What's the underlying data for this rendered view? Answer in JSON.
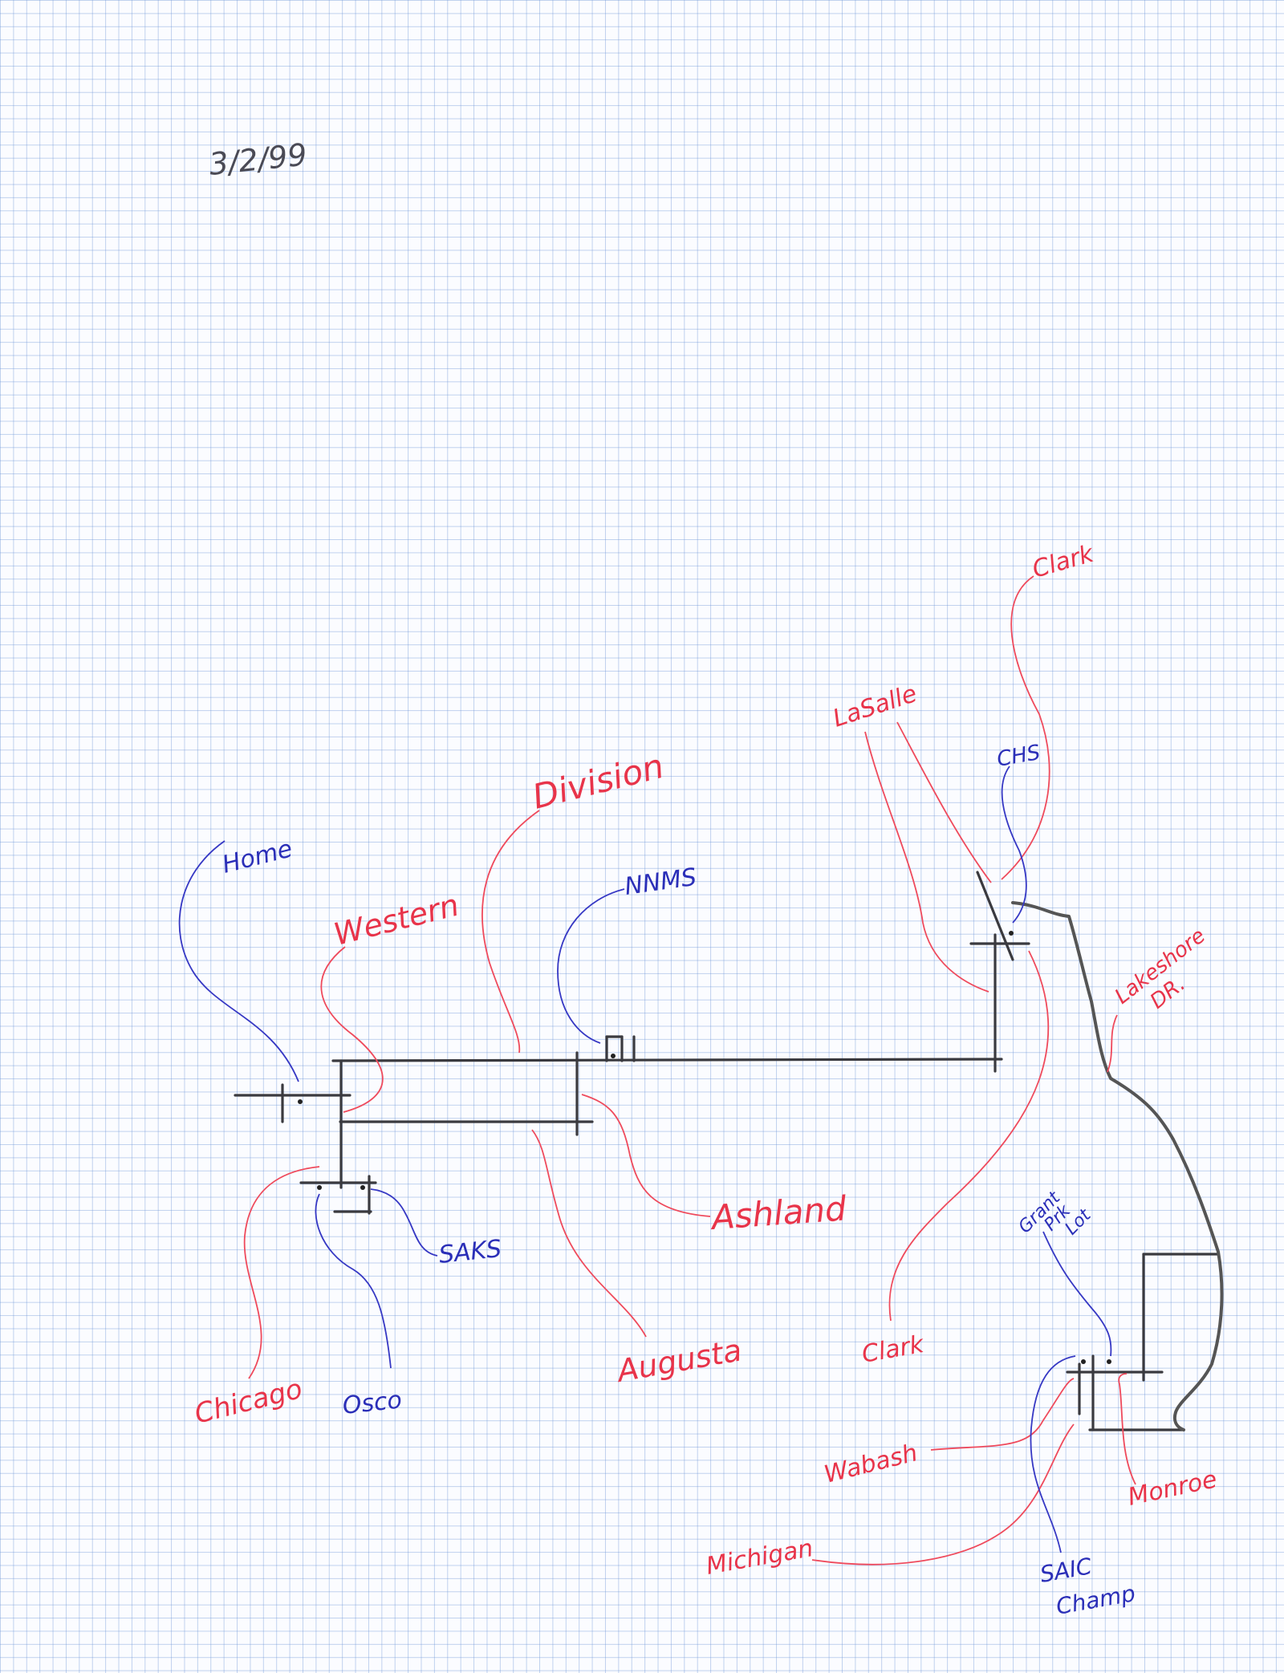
{
  "date": "3/2/99",
  "labels": {
    "home": "Home",
    "western": "Western",
    "division": "Division",
    "nnms": "NNMS",
    "ashland": "Ashland",
    "augusta": "Augusta",
    "saks": "SAKS",
    "osco": "Osco",
    "chicago": "Chicago",
    "clark_top": "Clark",
    "lasalle": "LaSalle",
    "chs": "CHS",
    "lakeshore_1": "Lakeshore",
    "lakeshore_2": "DR.",
    "grant_1": "Grant",
    "grant_2": "Prk",
    "grant_3": "Lot",
    "clark_bottom": "Clark",
    "wabash": "Wabash",
    "monroe": "Monroe",
    "michigan": "Michigan",
    "saic_1": "SAIC",
    "saic_2": "Champ"
  },
  "colors": {
    "street_label": "#e8344a",
    "place_label": "#2b2fb8",
    "street_line": "#3a3a3f",
    "grid": "#6e96d7"
  }
}
